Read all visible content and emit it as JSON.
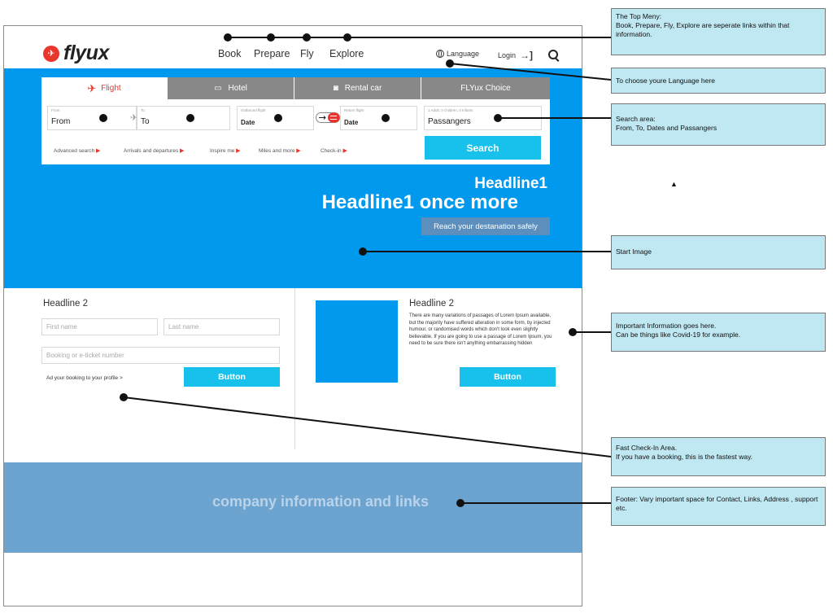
{
  "brand": {
    "name": "flyux"
  },
  "nav": {
    "items": [
      "Book",
      "Prepare",
      "Fly",
      "Explore"
    ],
    "language": "Language",
    "login": "Login"
  },
  "search": {
    "tabs": [
      "Flight",
      "Hotel",
      "Rental car",
      "FLYux Choice"
    ],
    "from_label": "From",
    "from_value": "From",
    "to_label": "To",
    "to_value": "To",
    "outbound_label": "Outbound flight",
    "outbound_value": "Date",
    "return_label": "Return flight",
    "return_value": "Date",
    "pax_label": "1 Adult, 0 children, 0 Infants",
    "pax_value": "Passangers",
    "links": [
      "Advanced search",
      "Arrivals and departures",
      "Inspire me",
      "Miles and more",
      "Check-in"
    ],
    "button": "Search"
  },
  "hero": {
    "headline_small": "Headline1",
    "headline_large": "Headline1 once more",
    "tagline": "Reach your destanation safely"
  },
  "checkin": {
    "title": "Headline 2",
    "first_name": "First name",
    "last_name": "Last name",
    "booking": "Booking or e-ticket number",
    "link": "Ad your booking to your profile >",
    "button": "Button"
  },
  "info": {
    "title": "Headline 2",
    "body": "There are many variations of passages of Lorem Ipsum available, but the majority have suffered alteration in some form, by injected humour, or randomised words which don't look even slightly believable. If you are going to use a passage of Lorem Ipsum, you need to be sure there isn't anything embarrassing hidden",
    "button": "Button"
  },
  "footer": {
    "text": "company information and links"
  },
  "annotations": {
    "top_menu": "The Top Meny:\nBook, Prepare, Fly, Explore are seperate links within that information.",
    "language": "To choose youre Language here",
    "search": "Search area:\nFrom, To, Dates and Passangers",
    "start_image": "Start Image",
    "important": "Important Information goes here.\nCan be things like Covid-19 for example.",
    "checkin": "Fast Check-In Area.\nIf you have a booking, this is the fastest way.",
    "footer": "Footer: Vary important space for Contact, Links, Address , support etc."
  },
  "colors": {
    "accent": "#e8362d",
    "hero": "#0099ee",
    "button": "#17c1eb",
    "footer": "#6da3cf",
    "note": "#bfe8f2"
  }
}
